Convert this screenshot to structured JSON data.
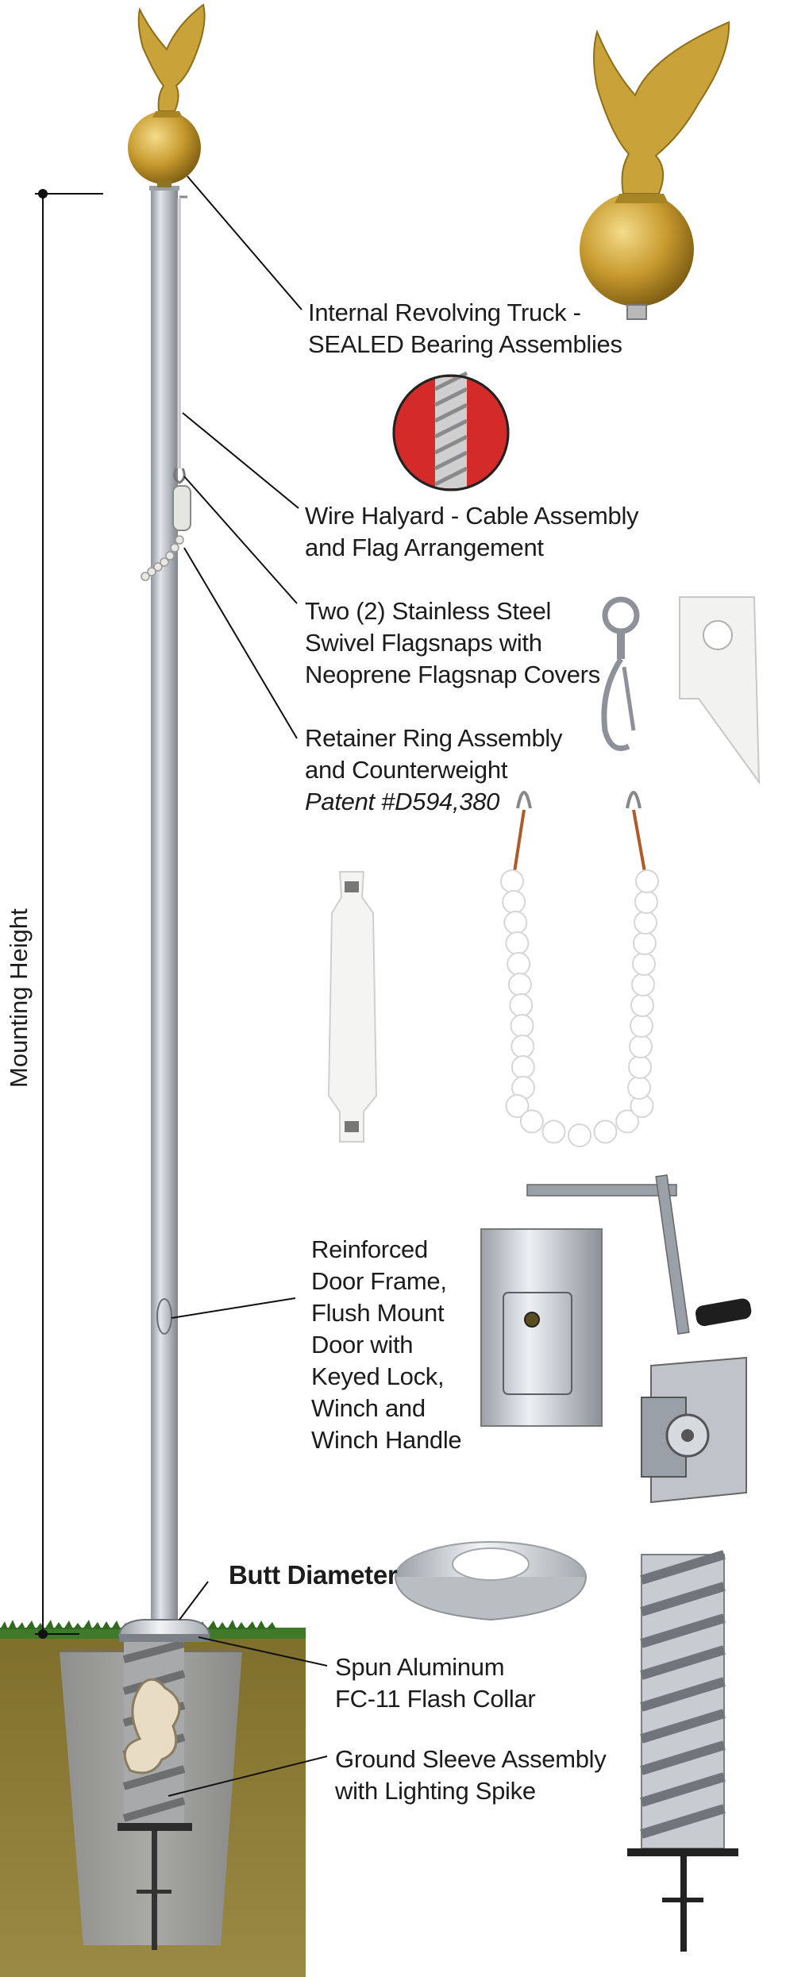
{
  "mounting_height": "Mounting Height",
  "butt_diameter": "Butt Diameter",
  "labels": {
    "truck": [
      "Internal Revolving Truck -",
      "SEALED Bearing Assemblies"
    ],
    "halyard": [
      "Wire Halyard - Cable Assembly",
      "and Flag Arrangement"
    ],
    "flagsnaps": [
      "Two (2) Stainless Steel",
      "Swivel Flagsnaps with",
      "Neoprene Flagsnap Covers"
    ],
    "retainer": [
      "Retainer Ring Assembly",
      "and Counterweight"
    ],
    "patent": "Patent #D594,380",
    "door": [
      "Reinforced",
      "Door Frame,",
      "Flush Mount",
      "Door with",
      "Keyed Lock,",
      "Winch and",
      "Winch Handle"
    ],
    "collar": [
      "Spun Aluminum",
      "FC-11 Flash Collar"
    ],
    "sleeve": [
      "Ground Sleeve Assembly",
      "with Lighting Spike"
    ]
  },
  "colors": {
    "gold": "#c9a23a",
    "pole": "#b8bcc4",
    "soil": "#8a7a34",
    "grass": "#3e7a2a",
    "concrete": "#9a9a98",
    "halyard_red": "#d42a2a"
  }
}
